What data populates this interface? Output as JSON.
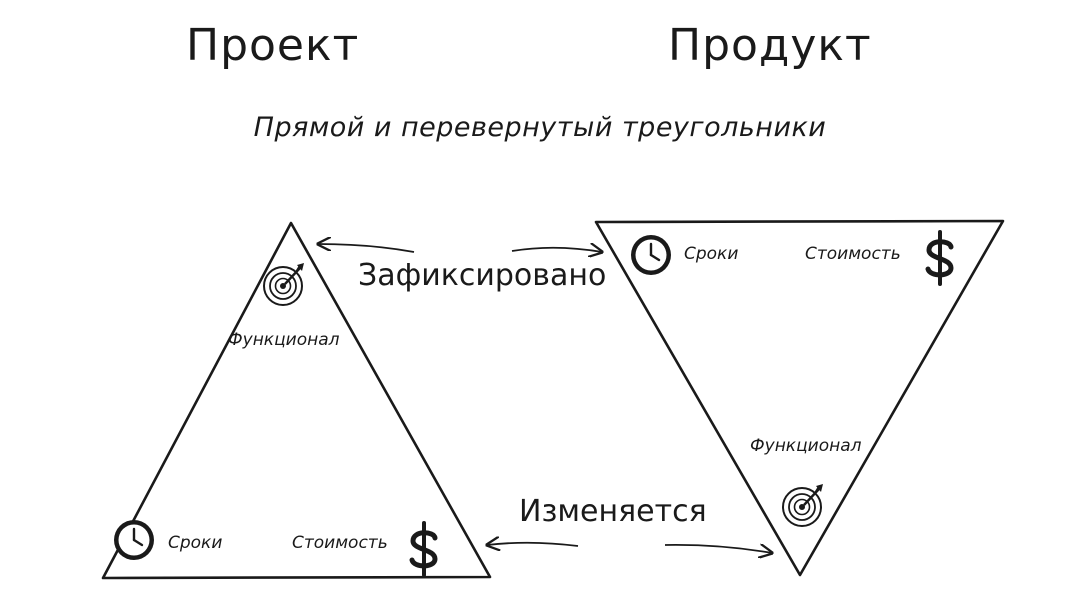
{
  "titles": {
    "project": "Проект",
    "product": "Продукт",
    "subtitle": "Прямой и перевернутый треугольники"
  },
  "labels": {
    "fixed": "Зафиксировано",
    "changes": "Изменяется"
  },
  "project_triangle": {
    "functionality": "Функционал",
    "time": "Сроки",
    "cost": "Стоимость"
  },
  "product_triangle": {
    "time": "Сроки",
    "cost": "Стоимость",
    "functionality": "Функционал"
  },
  "icons": {
    "target": "target-icon",
    "clock": "clock-icon",
    "dollar": "dollar-icon",
    "arrow": "arrow-icon"
  },
  "colors": {
    "ink": "#1a1a1a",
    "background": "#ffffff"
  }
}
